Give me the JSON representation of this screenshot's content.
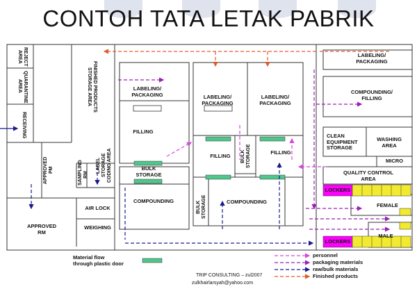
{
  "title": "CONTOH TATA LETAK PABRIK",
  "rooms": {
    "reject_area": "REJECT\nAREA",
    "quarantine_area": "QUARANTINE\nAREA",
    "receiving": "RECEIVING",
    "finished_products_storage": "FINISHED PRODUCTS\nSTORAGE AREA",
    "labeling_packaging_1": "LABELING/\nPACKAGING",
    "labeling_packaging_2": "LABELING/\nPACKAGING",
    "labeling_packaging_3": "LABELING/\nPACKAGING",
    "labeling_packaging_4": "LABELING/\nPACKAGING",
    "compounding_filling": "COMPOUNDING/\nFILLING",
    "filling_1": "FILLING",
    "filling_2": "FILLING",
    "filling_3": "FILLING",
    "bulk_storage_1": "BULK\nSTORAGE",
    "bulk_storage_2": "BULK\nSTORAGE",
    "bulk_storage_3": "BULK\nSTORAGE",
    "compounding_1": "COMPOUNDING",
    "compounding_2": "COMPOUNDING",
    "clean_equipment_storage": "CLEAN\nEQUIPMENT\nSTORAGE",
    "washing_area": "WASHING\nAREA",
    "micro": "MICRO",
    "quality_control_area": "QUALITY CONTROL\nAREA",
    "lockers_1": "LOCKERS",
    "lockers_2": "LOCKERS",
    "female": "FEMALE",
    "male": "MALE",
    "approved_pm": "APPROVED\nPM",
    "sampling_rm": "SAMPLING\nRM",
    "label_storage_coding": "LABEL\nSTORAGE\nCODING AREA",
    "air_lock": "AIR LOCK",
    "weighing": "WEIGHING",
    "approved_rm": "APPROVED\nRM"
  },
  "legend": {
    "material_flow": "Material flow\nthrough plastic door",
    "personnel": "personnel",
    "packaging_materials": "packaging materials",
    "raw_bulk_materials": "raw/bulk materials",
    "finished_products": "Finished products"
  },
  "footer": {
    "credit": "TRIP CONSULTING – zul2007",
    "email": "zulkhairlarsyah@yahoo.com"
  },
  "colors": {
    "pink": "#ff00ff",
    "yellow": "#f2ea2e",
    "green": "#4dc78a",
    "personnel_arrow": "#d34bd3",
    "packaging_arrow": "#9b1fb5",
    "raw_arrow": "#1a1a8c",
    "finished_arrow": "#e05a2a"
  }
}
